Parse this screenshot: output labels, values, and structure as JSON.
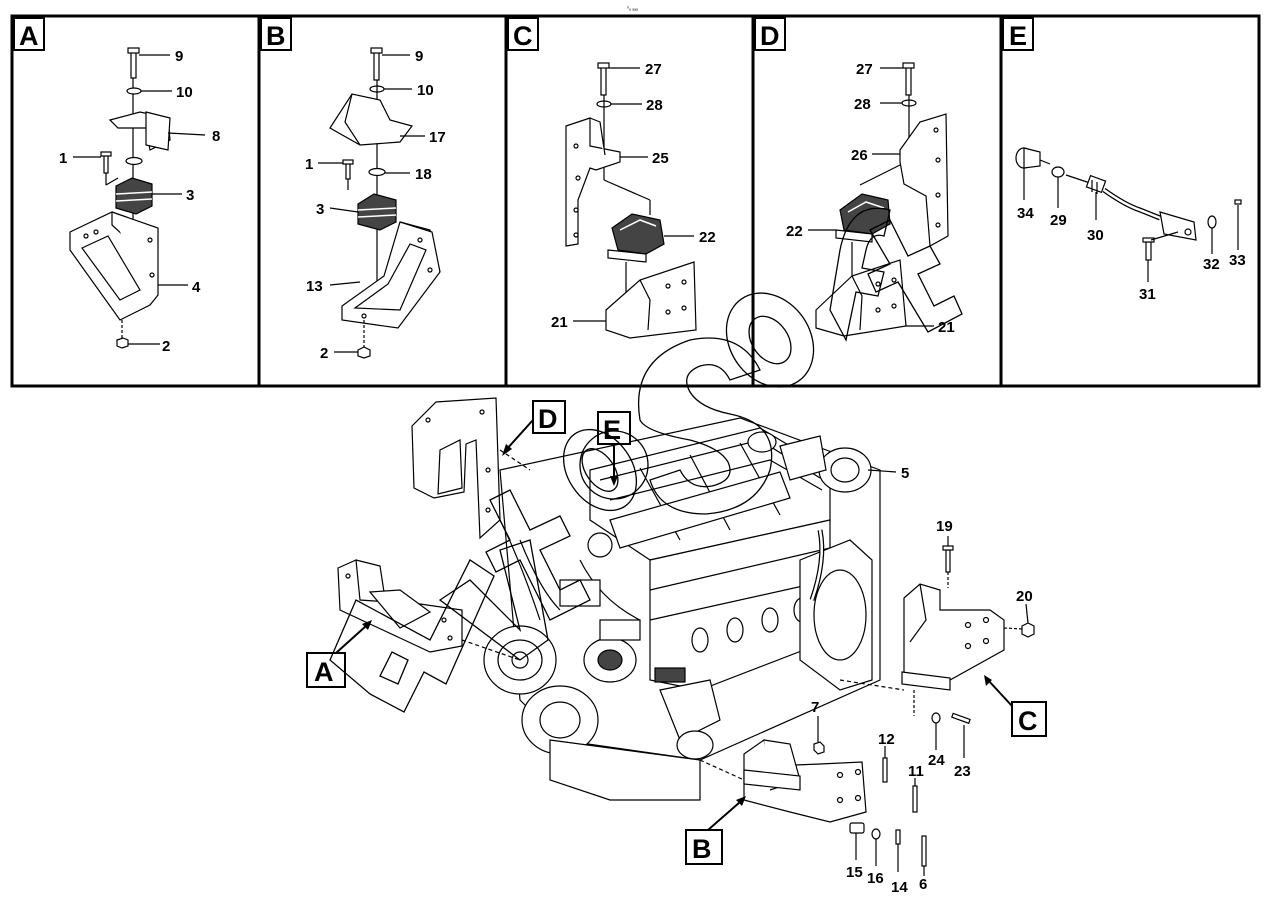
{
  "top_mark": "⁰ₐ ₐₐₐ",
  "panels": [
    {
      "letter": "A",
      "labels": [
        "9",
        "10",
        "8",
        "1",
        "3",
        "4",
        "2"
      ]
    },
    {
      "letter": "B",
      "labels": [
        "9",
        "10",
        "17",
        "1",
        "18",
        "3",
        "13",
        "2"
      ]
    },
    {
      "letter": "C",
      "labels": [
        "27",
        "28",
        "25",
        "22",
        "21"
      ]
    },
    {
      "letter": "D",
      "labels": [
        "27",
        "28",
        "26",
        "22",
        "21"
      ]
    },
    {
      "letter": "E",
      "labels": [
        "34",
        "29",
        "30",
        "31",
        "32",
        "33"
      ]
    }
  ],
  "main": {
    "callouts": [
      "D",
      "E",
      "A",
      "C",
      "B"
    ],
    "labels": [
      "5",
      "19",
      "20",
      "7",
      "12",
      "11",
      "24",
      "23",
      "15",
      "16",
      "14",
      "6"
    ]
  },
  "watermark": "AvtoSoft"
}
